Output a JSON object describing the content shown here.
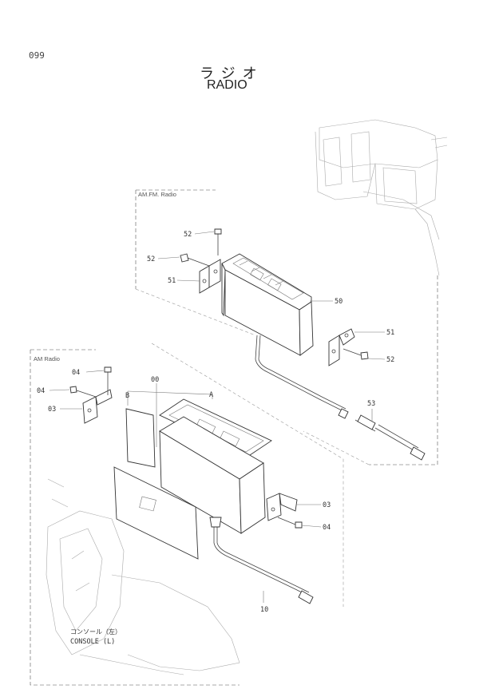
{
  "page": {
    "number": "099"
  },
  "title": {
    "japanese": "ラジオ",
    "english": "RADIO"
  },
  "sections": {
    "am_fm": {
      "label": "AM.FM. Radio"
    },
    "am": {
      "label": "AM Radio"
    }
  },
  "console": {
    "label_jp": "コンソール（左）",
    "label_en": "CONSOLE (L)"
  },
  "callouts": {
    "c52_top": "52",
    "c52_left": "52",
    "c51_left": "51",
    "c50": "50",
    "c51_right": "51",
    "c52_right": "52",
    "c53": "53",
    "c04_top": "04",
    "c04_left": "04",
    "c03_left": "03",
    "c00": "00",
    "c_b": "B",
    "c_a": "A",
    "c03_right": "03",
    "c04_right": "04",
    "c10": "10"
  }
}
